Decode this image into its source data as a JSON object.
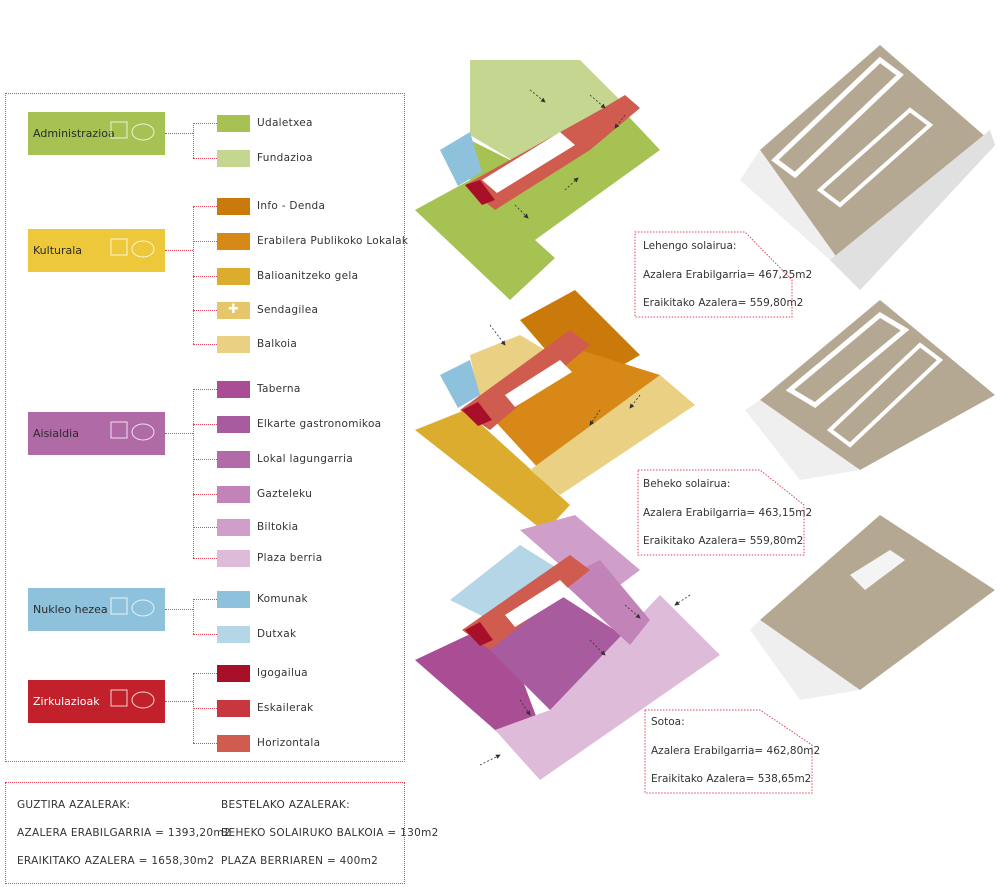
{
  "legend": {
    "categories": [
      {
        "label": "Administrazioa",
        "color": "#a5c252",
        "icon": "computer-hammer-icon",
        "items": [
          {
            "label": "Udaletxea",
            "color": "#a5c252"
          },
          {
            "label": "Fundazioa",
            "color": "#c4d690"
          }
        ]
      },
      {
        "label": "Kulturala",
        "color": "#edc83a",
        "icon": "speech-bubble-book-icon",
        "items": [
          {
            "label": "Info - Denda",
            "color": "#c97a0b"
          },
          {
            "label": "Erabilera Publikoko Lokalak",
            "color": "#d78817"
          },
          {
            "label": "Balioanitzeko gela",
            "color": "#dbac2e"
          },
          {
            "label": "Sendagilea",
            "color": "#e5c66b",
            "icon": "cross-icon"
          },
          {
            "label": "Balkoia",
            "color": "#e9d083"
          }
        ]
      },
      {
        "label": "Aisialdia",
        "color": "#b06aa6",
        "icon": "cutlery-speech-icon",
        "items": [
          {
            "label": "Taberna",
            "color": "#a94d94"
          },
          {
            "label": "Elkarte gastronomikoa",
            "color": "#a85b9f"
          },
          {
            "label": "Lokal lagungarria",
            "color": "#b16ba7"
          },
          {
            "label": "Gazteleku",
            "color": "#c284b8"
          },
          {
            "label": "Biltokia",
            "color": "#cf9fca"
          },
          {
            "label": "Plaza berria",
            "color": "#dfbbda"
          }
        ]
      },
      {
        "label": "Nukleo hezea",
        "color": "#8ec1dc",
        "icon": "shower-icon",
        "items": [
          {
            "label": "Komunak",
            "color": "#8ec1dc"
          },
          {
            "label": "Dutxak",
            "color": "#b4d6e7"
          }
        ]
      },
      {
        "label": "Zirkulazioak",
        "color": "#c2202a",
        "icon": "stairs-elevator-icon",
        "items": [
          {
            "label": "Igogailua",
            "color": "#a8102a"
          },
          {
            "label": "Eskailerak",
            "color": "#c8373f"
          },
          {
            "label": "Horizontala",
            "color": "#d05b4f"
          }
        ]
      }
    ]
  },
  "totals": {
    "left_title": "GUZTIRA AZALERAK:",
    "left_1": "AZALERA ERABILGARRIA = 1393,20m2",
    "left_2": "ERAIKITAKO AZALERA = 1658,30m2",
    "right_title": "BESTELAKO AZALERAK:",
    "right_1": "BEHEKO SOLAIRUKO BALKOIA = 130m2",
    "right_2": "PLAZA BERRIAREN = 400m2"
  },
  "floors": [
    {
      "title": "Lehengo solairua:",
      "usable": "Azalera Erabilgarria= 467,25m2",
      "built": "Eraikitako Azalera= 559,80m2"
    },
    {
      "title": "Beheko solairua:",
      "usable": "Azalera Erabilgarria= 463,15m2",
      "built": "Eraikitako Azalera= 559,80m2"
    },
    {
      "title": "Sotoa:",
      "usable": "Azalera Erabilgarria= 462,80m2",
      "built": "Eraikitako Azalera= 538,65m2"
    }
  ]
}
